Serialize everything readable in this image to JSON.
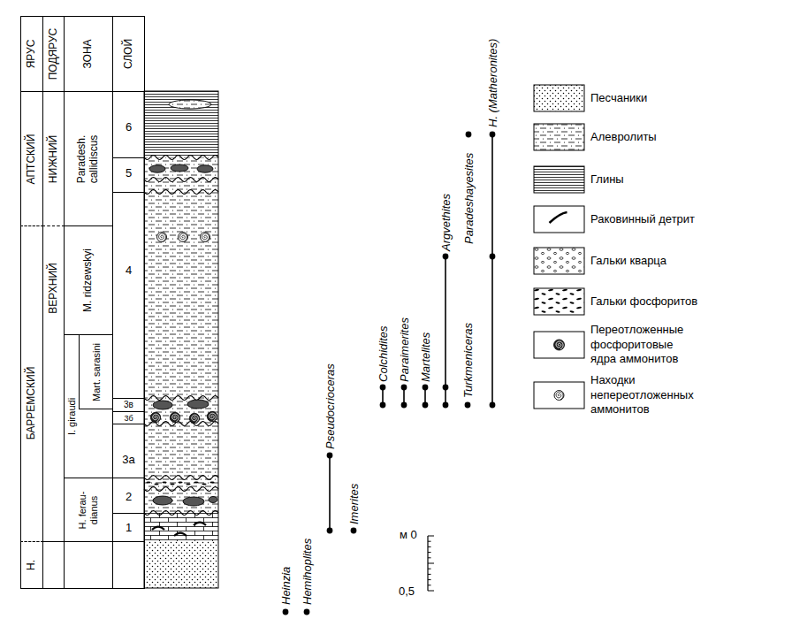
{
  "diagram": {
    "nodes": [
      {
        "text": [
          "ЯРУС"
        ]
      },
      {
        "text": [
          "ПОДЯРУС"
        ]
      },
      {
        "text": [
          "ЗОНА"
        ]
      },
      {
        "text": [
          "СЛОЙ"
        ]
      },
      {
        "text": [
          "АПТСКИЙ"
        ]
      },
      {
        "text": [
          "НИЖНИЙ"
        ]
      },
      {
        "text": [
          "Paradesh. callidiscus"
        ]
      },
      {
        "text": [
          "6"
        ]
      },
      {
        "text": [
          "5"
        ]
      },
      {
        "text": [
          "БАРРЕМСКИЙ"
        ]
      },
      {
        "text": [
          "ВЕРХНИЙ"
        ]
      },
      {
        "text": [
          "M. ridzewskyi"
        ]
      },
      {
        "text": [
          "4"
        ]
      },
      {
        "text": [
          "I. giraudi"
        ]
      },
      {
        "text": [
          "Mart. sarasini"
        ],
        "in": 13
      },
      {
        "text": [
          "3в"
        ]
      },
      {
        "text": [
          "3б"
        ]
      },
      {
        "text": [
          "3а"
        ]
      },
      {
        "text": [
          "H. ferau- dianus"
        ]
      },
      {
        "text": [
          "2"
        ]
      },
      {
        "text": [
          "1"
        ]
      },
      {
        "text": [
          "Н."
        ]
      }
    ],
    "labels": [
      "Heinzia",
      "Hemihoplites",
      "Pseudocrioceras",
      "Imerites",
      "Colchidites",
      "Paraimerites",
      "Martelites",
      "Argvethites",
      "Turkmeniceras",
      "Paradeshayesites",
      "H. (Matheronites)",
      "м 0",
      "0,5"
    ],
    "legend": [
      {
        "text": "Песчаники"
      },
      {
        "text": "Алевролиты"
      },
      {
        "text": "Глины"
      },
      {
        "text": "Раковинный детрит"
      },
      {
        "text": "Гальки кварца"
      },
      {
        "text": "Гальки фосфоритов"
      },
      {
        "text": "Переотложенные фосфоритовые ядра аммонитов"
      },
      {
        "text": "Находки непереотложенных аммонитов"
      }
    ]
  }
}
